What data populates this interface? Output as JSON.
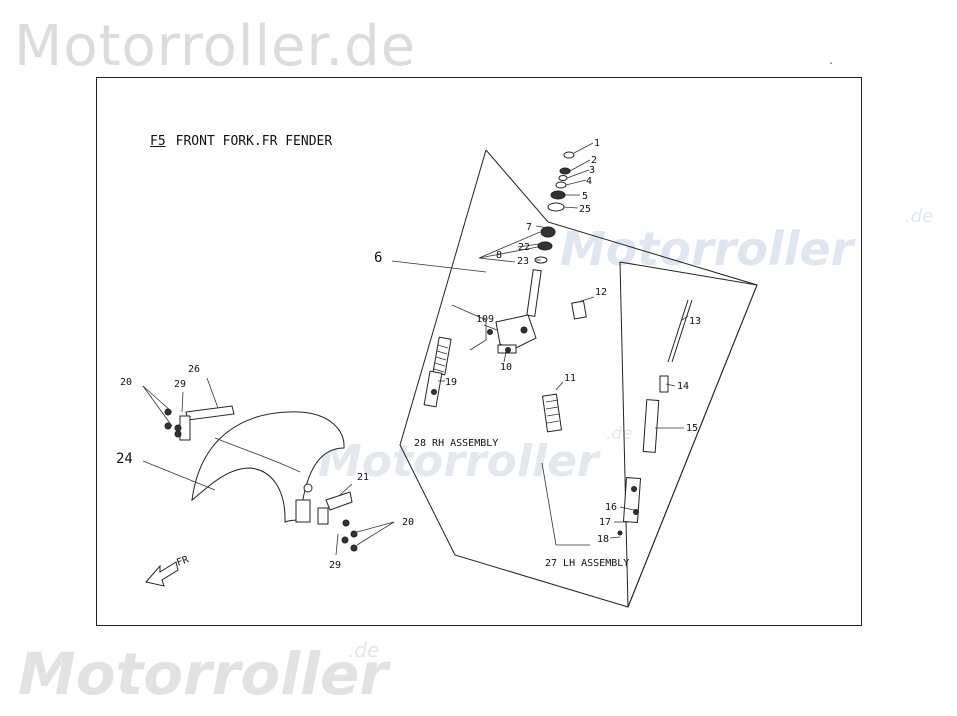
{
  "watermarks": {
    "top": "Motorroller.de",
    "middle_main": "Motorroller",
    "middle_suffix": ".de",
    "center_main": "Motorroller",
    "center_suffix": ".de",
    "bottom_main": "Motorroller",
    "bottom_suffix": ".de"
  },
  "diagram": {
    "code": "F5",
    "title": "FRONT FORK.FR FENDER",
    "stray_mark": "."
  },
  "labels": {
    "l1": "1",
    "l2": "2",
    "l3": "3",
    "l4": "4",
    "l5": "5",
    "l25": "25",
    "l7": "7",
    "l8": "8",
    "l22": "22",
    "l23": "23",
    "l6": "6",
    "l12": "12",
    "l13": "13",
    "l109": "109",
    "l10": "10",
    "l19": "19",
    "l11": "11",
    "l14": "14",
    "l15": "15",
    "l16": "16",
    "l17": "17",
    "l18": "18",
    "rh": "28 RH ASSEMBLY",
    "lh": "27 LH ASSEMBLY",
    "l26": "26",
    "l20a": "20",
    "l29a": "29",
    "l24": "24",
    "l21": "21",
    "l20b": "20",
    "l29b": "29",
    "fr": "FR"
  }
}
